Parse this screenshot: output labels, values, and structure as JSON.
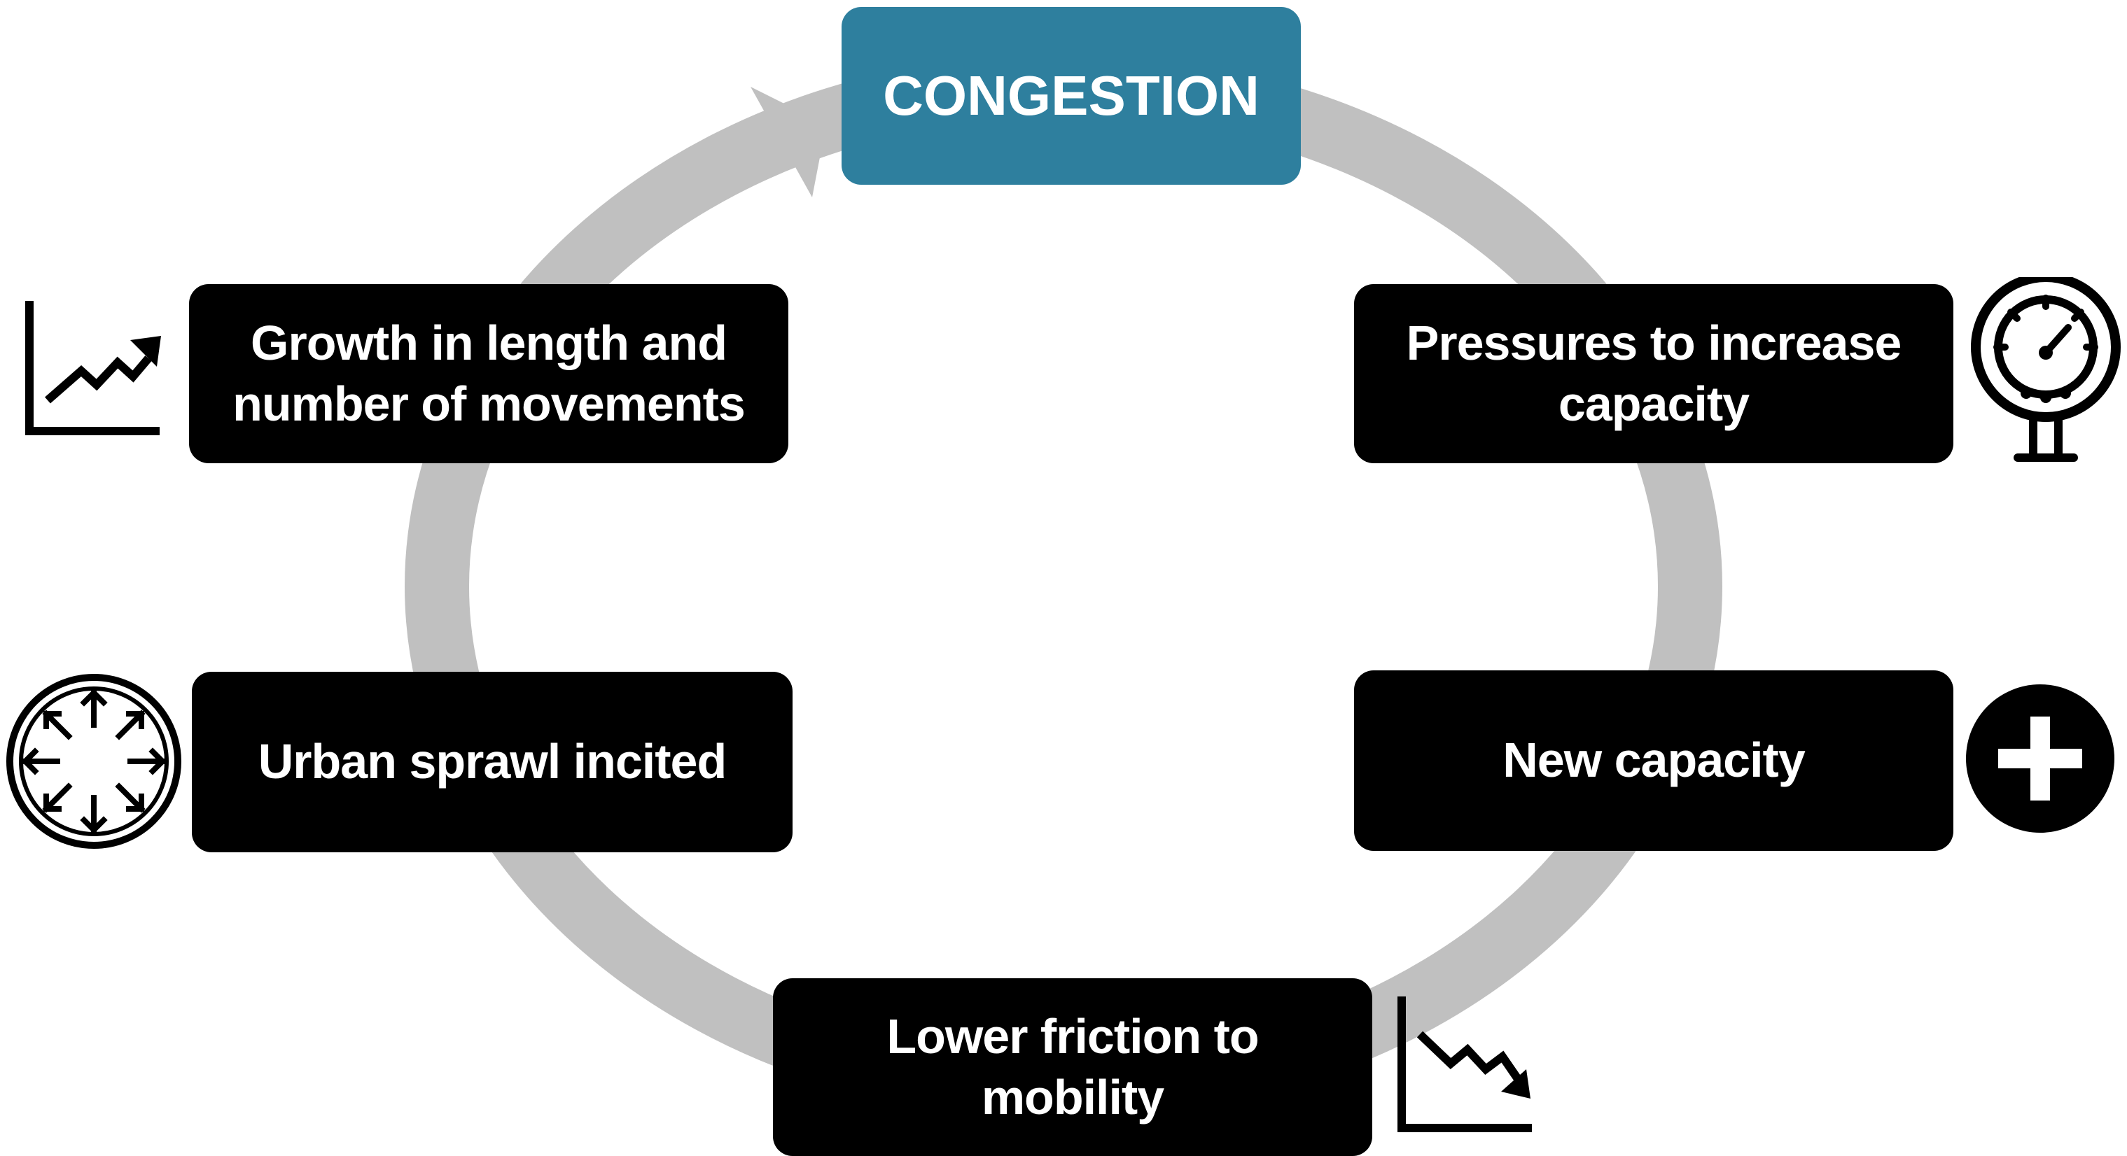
{
  "diagram": {
    "center": {
      "label": "CONGESTION"
    },
    "steps": [
      {
        "label": "Pressures to increase capacity",
        "icon": "pressure-gauge-icon"
      },
      {
        "label": "New capacity",
        "icon": "plus-circle-icon"
      },
      {
        "label": "Lower friction to mobility",
        "icon": "trend-down-chart-icon"
      },
      {
        "label": "Urban sprawl incited",
        "icon": "expand-arrows-circle-icon"
      },
      {
        "label": "Growth in length and number of movements",
        "icon": "trend-up-chart-icon"
      }
    ]
  },
  "colors": {
    "accent": "#2e7f9e",
    "box": "#000000",
    "text": "#ffffff",
    "ring": "#c0c0c0"
  }
}
